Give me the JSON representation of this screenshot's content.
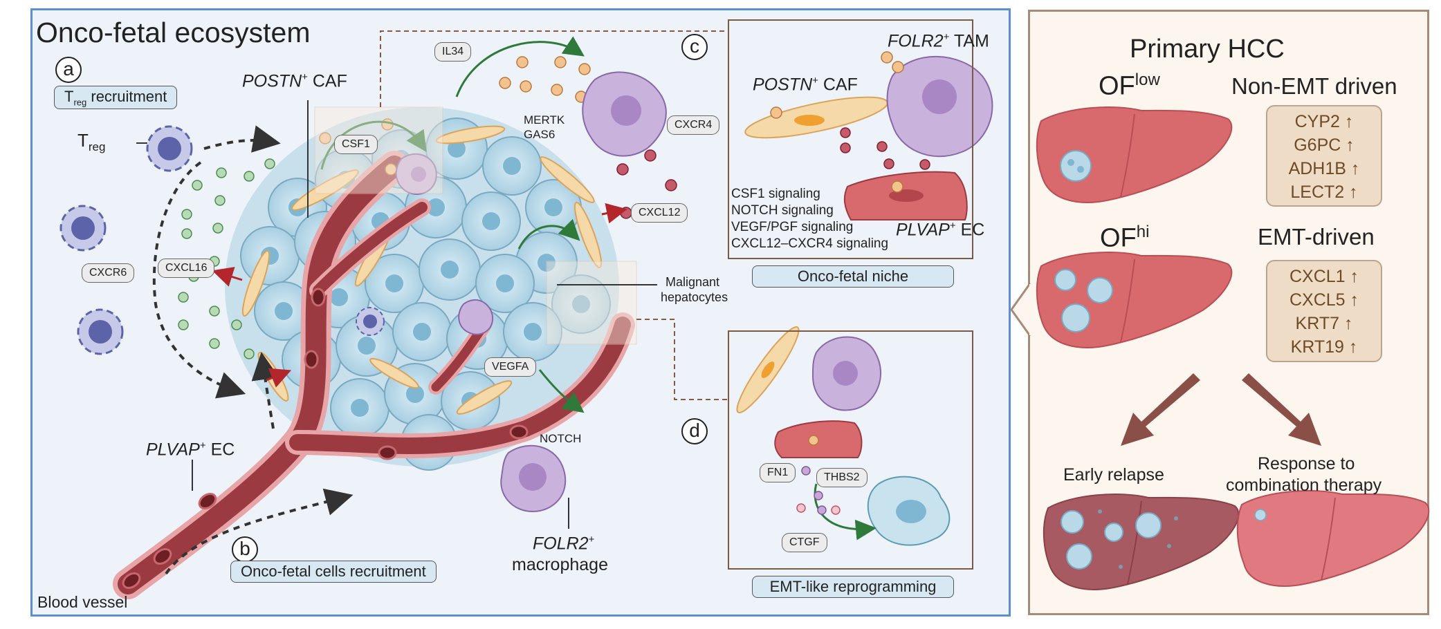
{
  "main_panel": {
    "title": "Onco-fetal ecosystem",
    "letter_a": "a",
    "letter_b": "b",
    "letter_c": "c",
    "letter_d": "d",
    "treg_recruitment": {
      "main": "T",
      "sub": "reg",
      "rest": " recruitment"
    },
    "treg_label": {
      "main": "T",
      "sub": "reg"
    },
    "cxcr6": "CXCR6",
    "cxcl16": "CXCL16",
    "postn_caf": {
      "gene": "POSTN",
      "sup": "+",
      "rest": " CAF"
    },
    "csf1": "CSF1",
    "il34": "IL34",
    "mertk": "MERTK",
    "gas6": "GAS6",
    "cxcr4": "CXCR4",
    "cxcl12": "CXCL12",
    "malignant": "Malignant",
    "hepatocytes": "hepatocytes",
    "vegfa": "VEGFA",
    "notch": "NOTCH",
    "plvap_ec": {
      "gene": "PLVAP",
      "sup": "+",
      "rest": " EC"
    },
    "folr2_macrophage": {
      "gene": "FOLR2",
      "sup": "+",
      "rest": "macrophage"
    },
    "blood_vessel": "Blood vessel",
    "recruitment": "Onco-fetal cells recruitment"
  },
  "inset_c": {
    "folr2_tam": {
      "gene": "FOLR2",
      "sup": "+",
      "rest": " TAM"
    },
    "postn_caf": {
      "gene": "POSTN",
      "sup": "+",
      "rest": " CAF"
    },
    "signals": [
      "CSF1 signaling",
      "NOTCH signaling",
      "VEGF/PGF signaling",
      "CXCL12–CXCR4 signaling"
    ],
    "plvap_ec": {
      "gene": "PLVAP",
      "sup": "+",
      "rest": " EC"
    },
    "caption": "Onco-fetal niche"
  },
  "inset_d": {
    "fn1": "FN1",
    "thbs2": "THBS2",
    "ctgf": "CTGF",
    "caption": "EMT-like reprogramming"
  },
  "right_panel": {
    "title": "Primary HCC",
    "of_low": {
      "main": "OF",
      "sup": "low"
    },
    "of_hi": {
      "main": "OF",
      "sup": "hi"
    },
    "non_emt": "Non-EMT driven",
    "emt": "EMT-driven",
    "non_emt_genes": [
      "CYP2",
      "G6PC",
      "ADH1B",
      "LECT2"
    ],
    "emt_genes": [
      "CXCL1",
      "CXCL5",
      "KRT7",
      "KRT19"
    ],
    "up_arrow": "↑",
    "early_relapse": "Early relapse",
    "response": [
      "Response to",
      "combination therapy"
    ]
  },
  "colors": {
    "main_border": "#5b8fd0",
    "right_border": "#a58c78",
    "vessel": "#9b3a40",
    "tumor_cell": "#b9d8e8",
    "liver": "#d86a6e",
    "gene_text": "#6e4b26"
  }
}
